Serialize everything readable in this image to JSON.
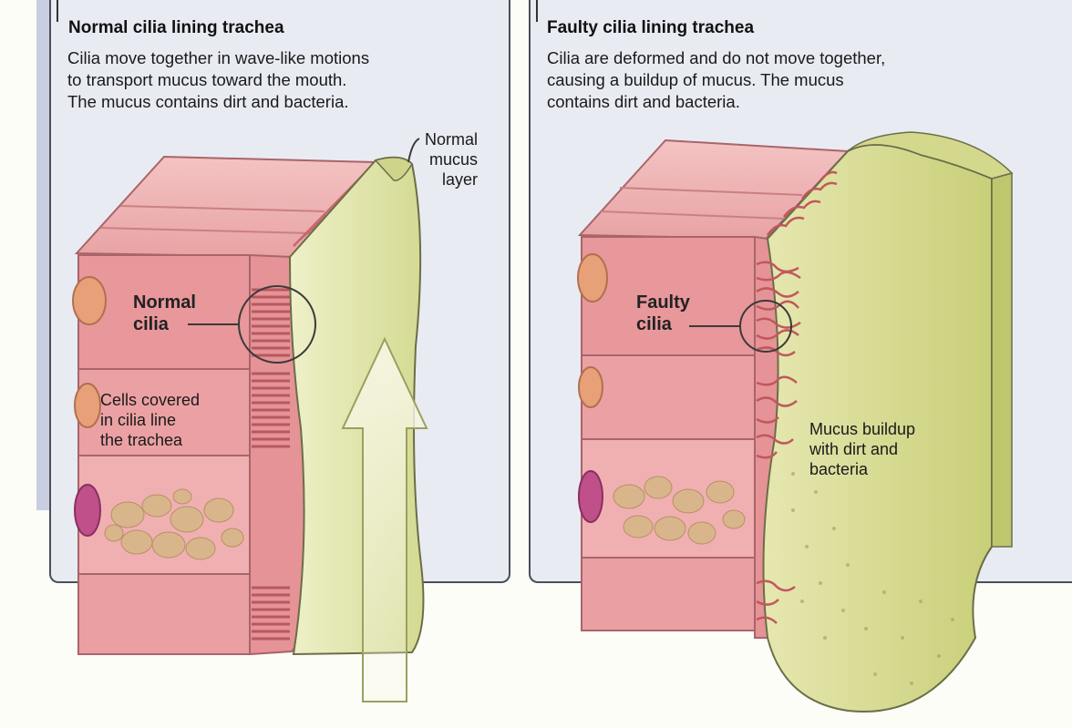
{
  "left_panel": {
    "title": "Normal cilia lining trachea",
    "description": [
      "Cilia move together in wave-like motions",
      "to transport mucus toward the mouth.",
      "The mucus contains dirt and bacteria."
    ],
    "labels": {
      "mucus_layer": [
        "Normal",
        "mucus",
        "layer"
      ],
      "cilia": [
        "Normal",
        "cilia"
      ],
      "cells": [
        "Cells covered",
        "in cilia line",
        "the trachea"
      ]
    }
  },
  "right_panel": {
    "title": "Faulty cilia lining trachea",
    "description": [
      "Cilia are deformed and do not move together,",
      "causing a buildup of mucus. The mucus",
      "contains dirt and bacteria."
    ],
    "labels": {
      "cilia": [
        "Faulty",
        "cilia"
      ],
      "mucus_buildup": [
        "Mucus buildup",
        "with dirt and",
        "bacteria"
      ]
    }
  },
  "colors": {
    "panel_bg": "#e9ebf3",
    "cell_pink": "#e79a9c",
    "cell_light": "#f3c0c0",
    "mucus": "#dfe3a8",
    "mucus_dark": "#c8cf7c",
    "outline": "#4a4f5a"
  }
}
